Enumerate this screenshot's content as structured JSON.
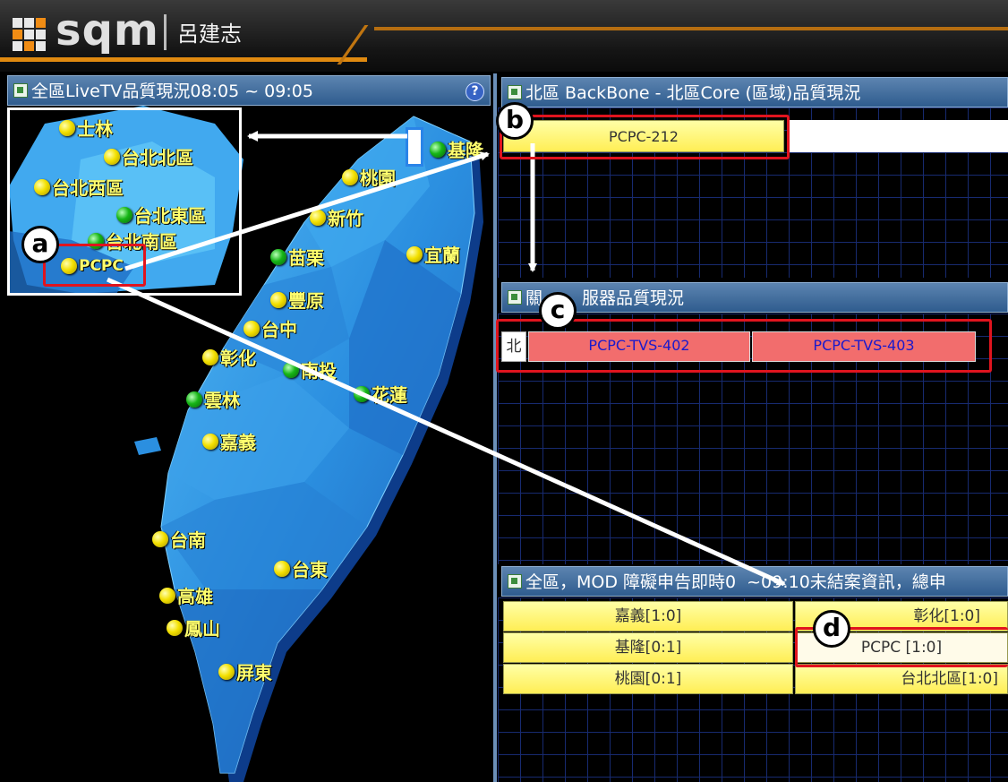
{
  "header": {
    "logo_text": "sqm",
    "user_name": "呂建志"
  },
  "map_panel": {
    "title": "全區LiveTV品質現況08:05 ~ 09:05",
    "help_icon": "question-icon",
    "inset_cities": [
      {
        "name": "士林",
        "status": "yellow"
      },
      {
        "name": "台北北區",
        "status": "yellow"
      },
      {
        "name": "台北西區",
        "status": "yellow"
      },
      {
        "name": "台北東區",
        "status": "green"
      },
      {
        "name": "台北南區",
        "status": "green"
      },
      {
        "name": "PCPC",
        "status": "yellow"
      }
    ],
    "cities": [
      {
        "name": "基隆",
        "status": "green"
      },
      {
        "name": "桃園",
        "status": "yellow"
      },
      {
        "name": "新竹",
        "status": "yellow"
      },
      {
        "name": "苗栗",
        "status": "green"
      },
      {
        "name": "宜蘭",
        "status": "yellow"
      },
      {
        "name": "豐原",
        "status": "yellow"
      },
      {
        "name": "台中",
        "status": "yellow"
      },
      {
        "name": "彰化",
        "status": "yellow"
      },
      {
        "name": "南投",
        "status": "green"
      },
      {
        "name": "花蓮",
        "status": "green"
      },
      {
        "name": "雲林",
        "status": "green"
      },
      {
        "name": "嘉義",
        "status": "yellow"
      },
      {
        "name": "台南",
        "status": "yellow"
      },
      {
        "name": "台東",
        "status": "yellow"
      },
      {
        "name": "高雄",
        "status": "yellow"
      },
      {
        "name": "鳳山",
        "status": "yellow"
      },
      {
        "name": "屏東",
        "status": "yellow"
      }
    ]
  },
  "backbone_panel": {
    "title": "北區 BackBone - 北區Core (區域)品質現況",
    "node": "PCPC-212"
  },
  "server_panel": {
    "title_left": "關",
    "title_right": "服器品質現況",
    "row_label": "北",
    "servers": [
      "PCPC-TVS-402",
      "PCPC-TVS-403"
    ]
  },
  "mod_panel": {
    "title_left": "全區，MOD 障礙申告即時0",
    "title_right": "~09:10未結案資訊，總申",
    "cells": [
      [
        "嘉義[1:0]",
        "彰化[1:0]"
      ],
      [
        "基隆[0:1]",
        "PCPC [1:0]"
      ],
      [
        "桃園[0:1]",
        "台北北區[1:0]"
      ]
    ]
  },
  "annotations": [
    "a",
    "b",
    "c",
    "d"
  ],
  "colors": {
    "status_yellow": "#f3e000",
    "status_green": "#16b516",
    "highlight_red": "#e0141e",
    "alert_cell": "#f26d6d",
    "ok_cell": "#ffee55"
  }
}
